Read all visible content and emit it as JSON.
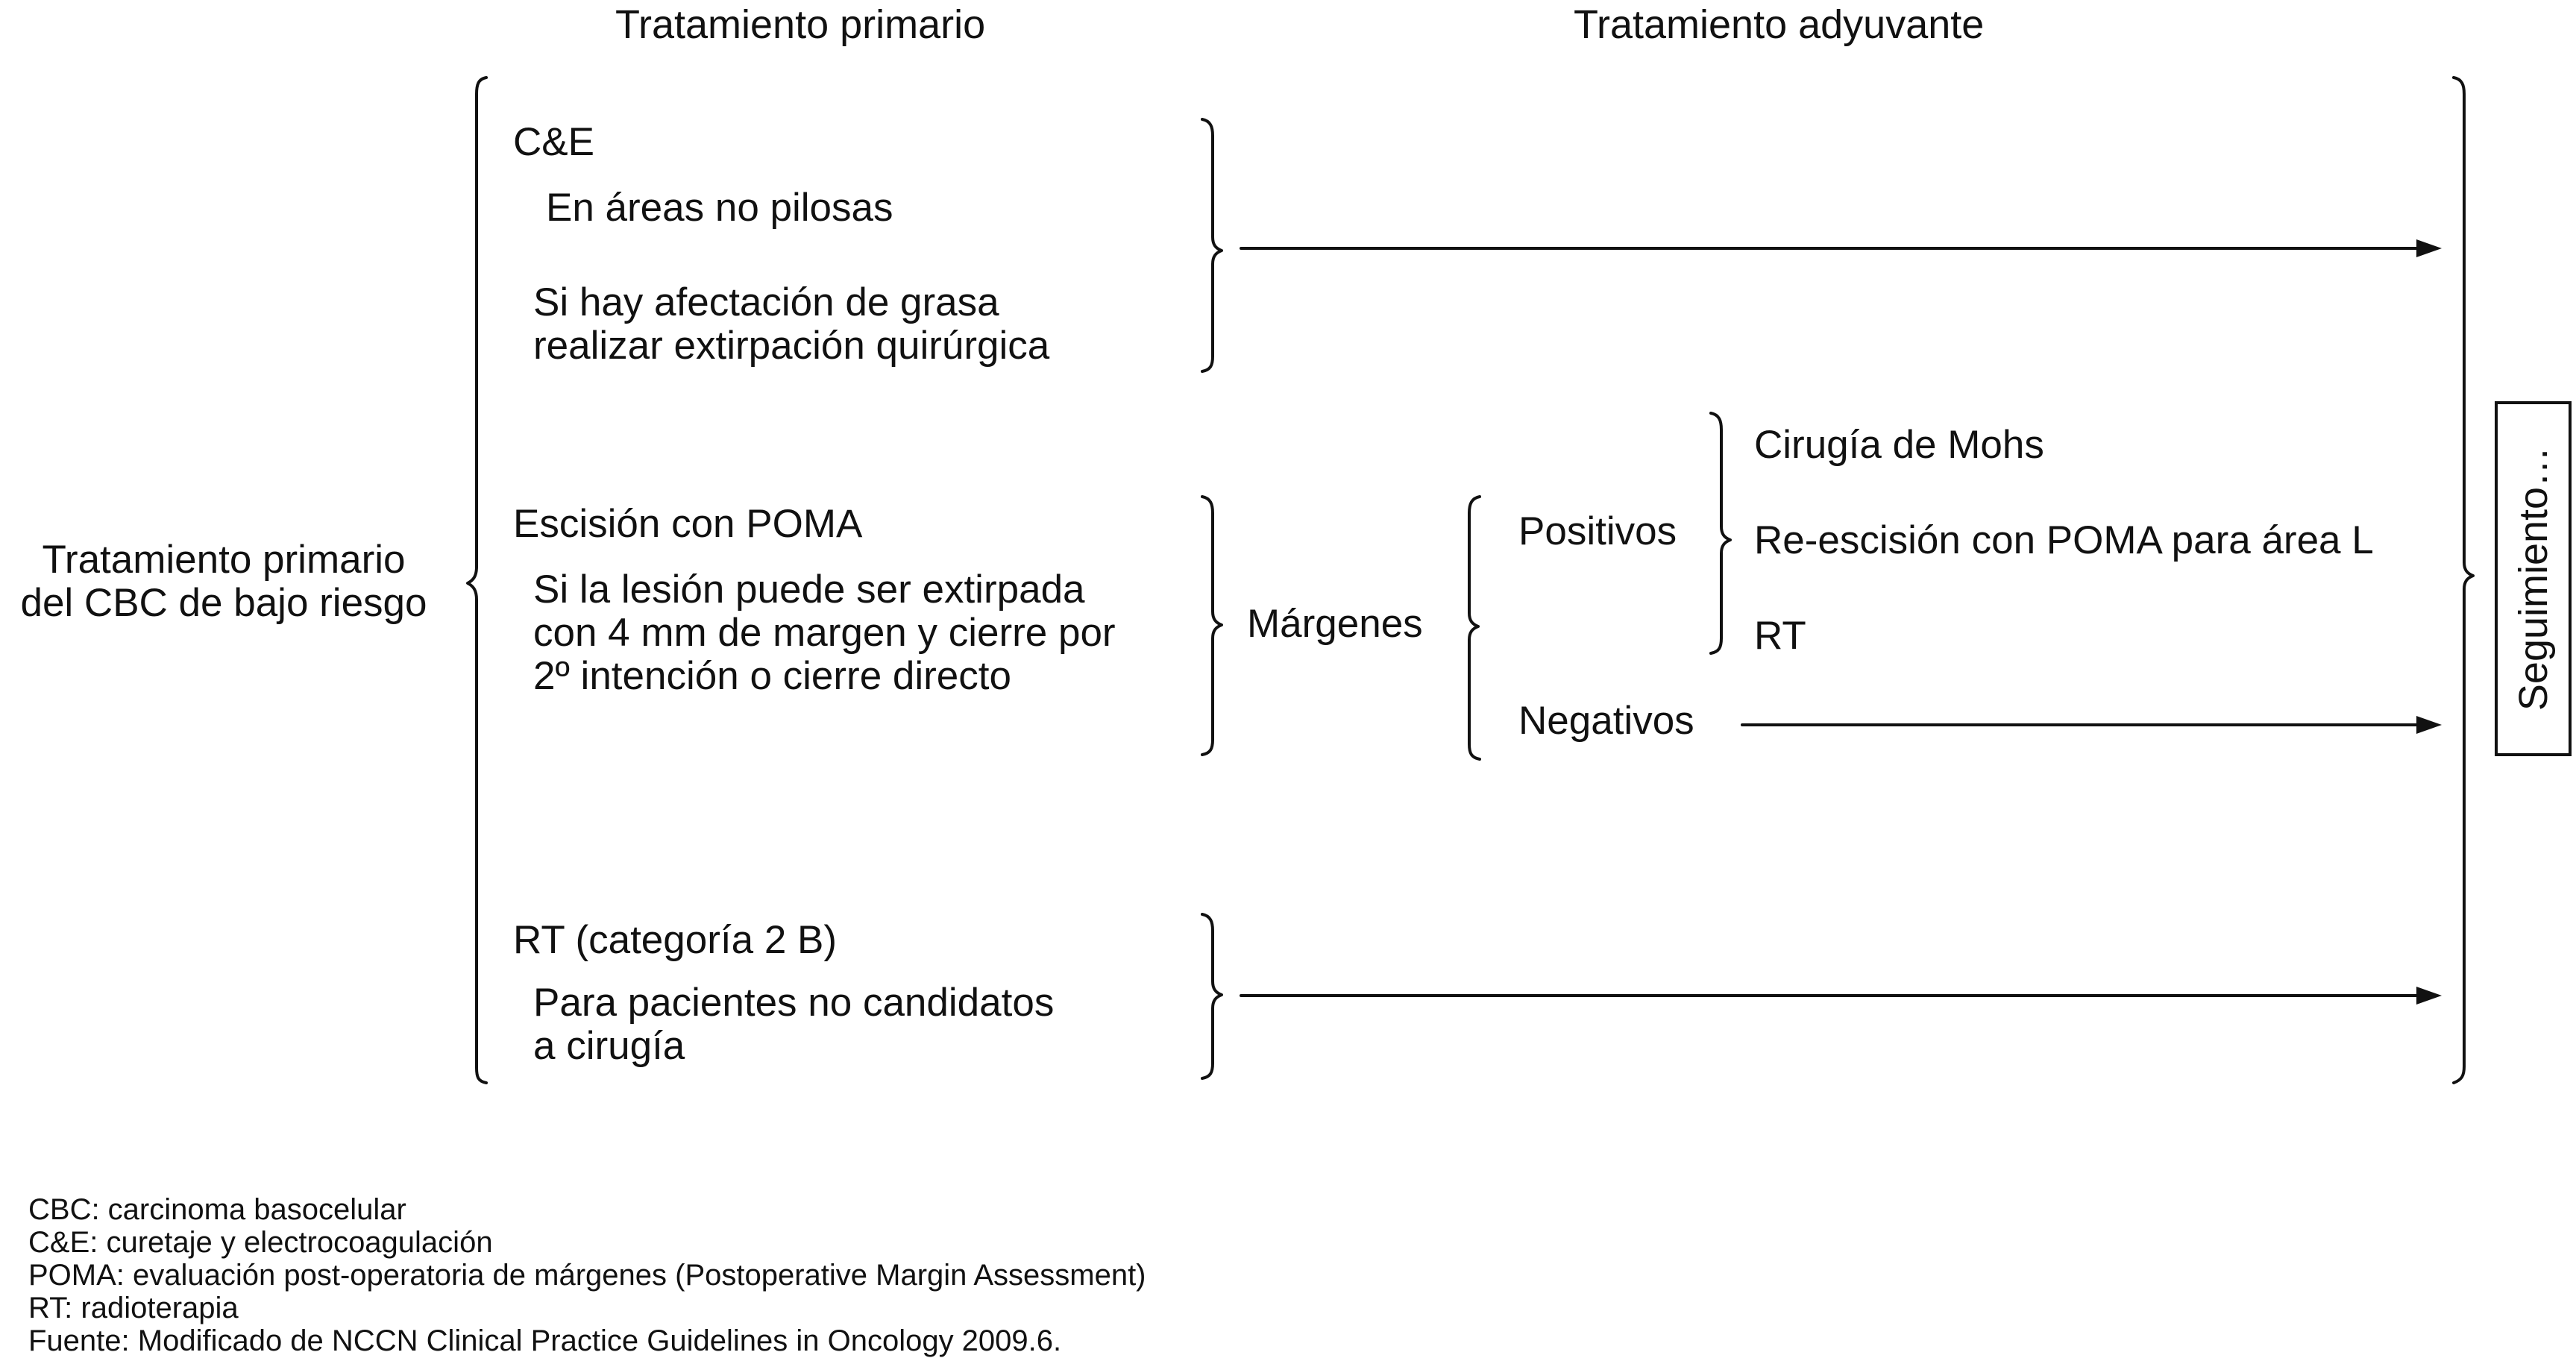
{
  "headers": {
    "primary": "Tratamiento primario",
    "adjuvant": "Tratamiento adyuvante"
  },
  "root_label": "Tratamiento primario\ndel CBC de bajo riesgo",
  "options": {
    "ce": {
      "title": "C&E",
      "detail_1": "En áreas no pilosas",
      "detail_2": "Si hay afectación de grasa\nrealizar extirpación quirúrgica"
    },
    "excision": {
      "title": "Escisión con POMA",
      "detail": "Si la lesión puede ser extirpada\ncon 4 mm de margen y cierre por\n2º intención o cierre directo"
    },
    "rt": {
      "title": "RT (categoría 2 B)",
      "detail": "Para pacientes no candidatos\na cirugía"
    }
  },
  "margins": {
    "label": "Márgenes",
    "positive": "Positivos",
    "negative": "Negativos",
    "positive_options": [
      "Cirugía de Mohs",
      "Re-escisión con POMA para área L",
      "RT"
    ]
  },
  "follow_up": "Seguimiento…",
  "legend": [
    "CBC: carcinoma basocelular",
    "C&E: curetaje y electrocoagulación",
    "POMA: evaluación post-operatoria de márgenes (Postoperative Margin Assessment)",
    "RT: radioterapia",
    "Fuente: Modificado de NCCN Clinical Practice Guidelines in Oncology 2009.6."
  ]
}
